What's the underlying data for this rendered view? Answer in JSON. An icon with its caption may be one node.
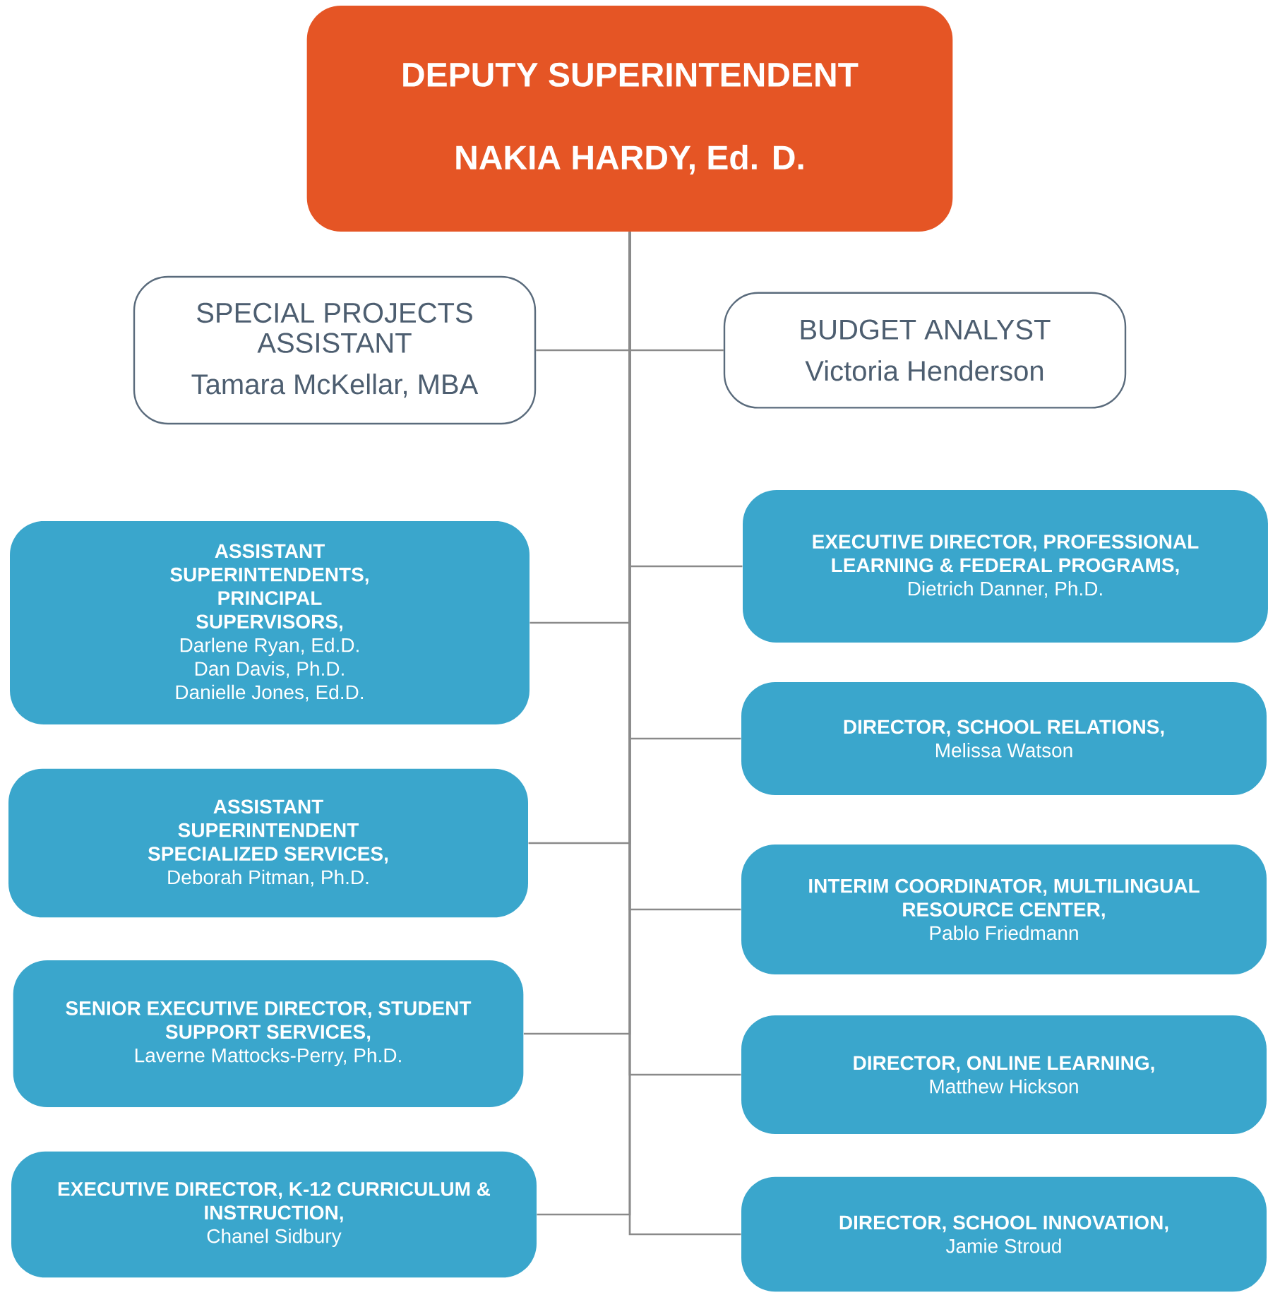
{
  "diagram": {
    "nodes": [
      {
        "text": [
          "DEPUTY SUPERINTENDENT",
          "NAKIA HARDY, Ed. D."
        ]
      },
      {
        "text": [
          "SPECIAL PROJECTS ASSISTANT",
          "Tamara McKellar, MBA"
        ]
      },
      {
        "text": [
          "BUDGET ANALYST",
          "Victoria Henderson"
        ]
      },
      {
        "text": [
          "EXECUTIVE DIRECTOR, PROFESSIONAL LEARNING & FEDERAL PROGRAMS,",
          "Dietrich Danner, Ph.D."
        ]
      },
      {
        "text": [
          "ASSISTANT SUPERINTENDENTS, PRINCIPAL SUPERVISORS,",
          "Darlene Ryan, Ed.D.",
          "Dan Davis, Ph.D.",
          "Danielle Jones, Ed.D."
        ]
      },
      {
        "text": [
          "DIRECTOR, SCHOOL RELATIONS,",
          "Melissa Watson"
        ]
      },
      {
        "text": [
          "ASSISTANT SUPERINTENDENT SPECIALIZED SERVICES,",
          "Deborah Pitman, Ph.D."
        ]
      },
      {
        "text": [
          "INTERIM COORDINATOR, MULTILINGUAL RESOURCE CENTER,",
          "Pablo Friedmann"
        ]
      },
      {
        "text": [
          "SENIOR EXECUTIVE DIRECTOR, STUDENT SUPPORT SERVICES,",
          "Laverne Mattocks-Perry, Ph.D."
        ]
      },
      {
        "text": [
          "DIRECTOR, ONLINE LEARNING,",
          "Matthew Hickson"
        ]
      },
      {
        "text": [
          "EXECUTIVE DIRECTOR, K-12 CURRICULUM & INSTRUCTION,",
          "Chanel Sidbury"
        ]
      },
      {
        "text": [
          "DIRECTOR, SCHOOL INNOVATION,",
          "Jamie Stroud"
        ]
      }
    ],
    "edges": [
      {
        "from": 0,
        "to": 1,
        "arrow": "none"
      },
      {
        "from": 0,
        "to": 2,
        "arrow": "none"
      },
      {
        "from": 0,
        "to": 3,
        "arrow": "none"
      },
      {
        "from": 0,
        "to": 4,
        "arrow": "none"
      },
      {
        "from": 0,
        "to": 5,
        "arrow": "none"
      },
      {
        "from": 0,
        "to": 6,
        "arrow": "none"
      },
      {
        "from": 0,
        "to": 7,
        "arrow": "none"
      },
      {
        "from": 0,
        "to": 8,
        "arrow": "none"
      },
      {
        "from": 0,
        "to": 9,
        "arrow": "none"
      },
      {
        "from": 0,
        "to": 10,
        "arrow": "none"
      },
      {
        "from": 0,
        "to": 11,
        "arrow": "none"
      }
    ]
  }
}
